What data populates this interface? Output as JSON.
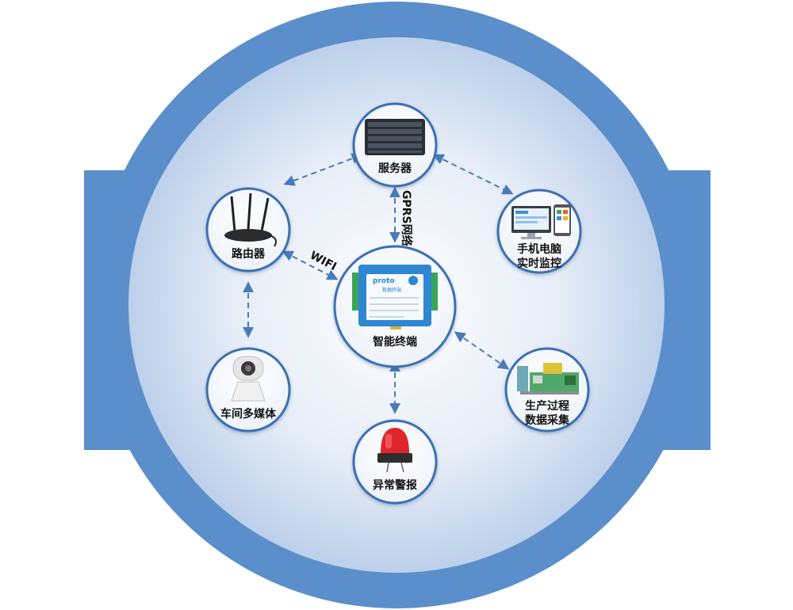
{
  "nodes": {
    "server": "服务器",
    "router": "路由器",
    "terminal": "智能终端",
    "monitor_line1": "手机电脑",
    "monitor_line2": "实时监控",
    "camera": "车间多媒体",
    "production_line1": "生产过程",
    "production_line2": "数据采集",
    "alarm": "异常警报"
  },
  "device": {
    "brand": "proto",
    "subtitle": "数据终端"
  },
  "connections": {
    "gprs": "GPRS网络",
    "wifi": "WIFI"
  },
  "colors": {
    "frame": "#5b8fcb",
    "frame_dark": "#3f73b3",
    "node_border": "#3d6fb0",
    "arrow": "#4a7ab9"
  }
}
